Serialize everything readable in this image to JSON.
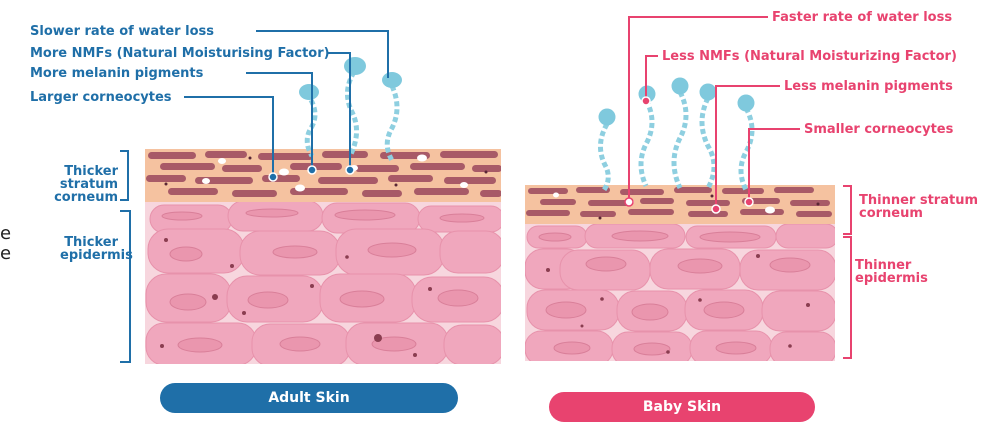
{
  "adult": {
    "labels": {
      "water_loss": "Slower rate of water loss",
      "nmf": "More NMFs (Natural Moisturising Factor)",
      "melanin": "More melanin pigments",
      "corneocytes": "Larger corneocytes"
    },
    "stratum_label": "Thicker stratum corneum",
    "epidermis_label": "Thicker epidermis",
    "button_label": "Adult Skin",
    "color": "#1f6fa8"
  },
  "baby": {
    "labels": {
      "water_loss": "Faster rate of water loss",
      "nmf": "Less NMFs (Natural Moisturizing Factor)",
      "melanin": "Less melanin pigments",
      "corneocytes": "Smaller corneocytes"
    },
    "stratum_label": "Thinner stratum corneum",
    "epidermis_label": "Thinner epidermis",
    "button_label": "Baby Skin",
    "color": "#e8436f"
  },
  "cut_text": [
    "e",
    "e"
  ]
}
